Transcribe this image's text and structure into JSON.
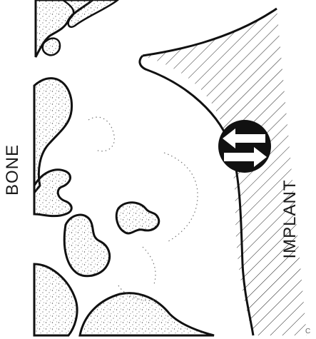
{
  "labels": {
    "bone": "BONE",
    "implant": "IMPLANT",
    "corner_mark": "C"
  },
  "icons": {
    "motion_indicator": "double-arrow-icon"
  },
  "colors": {
    "ink": "#111111",
    "stipple": "#555555",
    "hatch": "#222222",
    "background": "#ffffff"
  }
}
